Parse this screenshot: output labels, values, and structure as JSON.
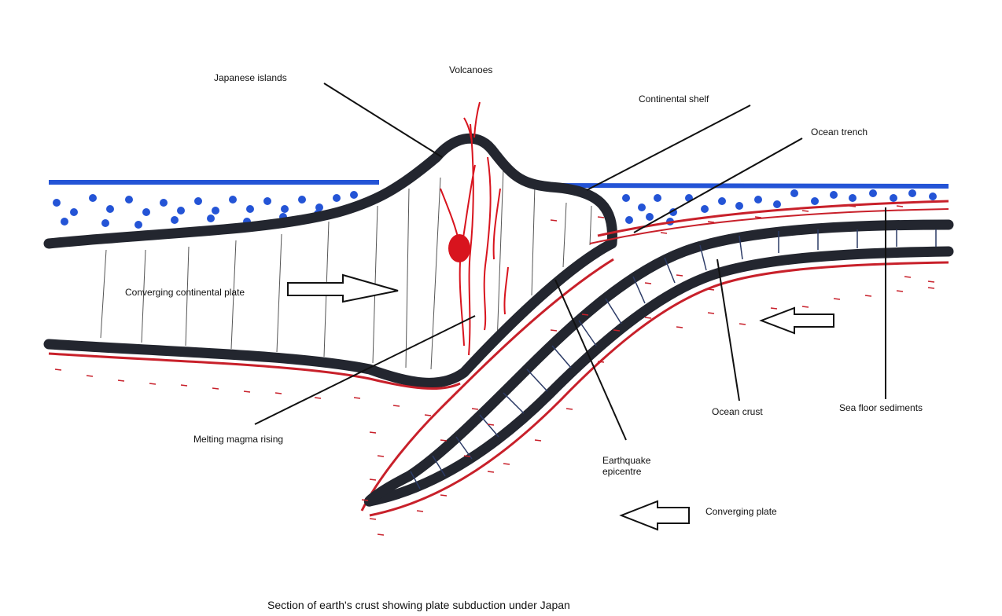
{
  "labels": {
    "volcanoes": "Volcanoes",
    "japanese_islands": "Japanese islands",
    "continental_shelf": "Continental shelf",
    "ocean_trench": "Ocean trench",
    "converging_continental_plate": "Converging continental plate",
    "melting_magma_rising": "Melting magma rising",
    "earthquake_epicentre_line1": "Earthquake",
    "earthquake_epicentre_line2": "epicentre",
    "ocean_crust": "Ocean crust",
    "sea_floor_sediments": "Sea floor sediments",
    "converging_plate": "Converging plate"
  },
  "caption": "Section of earth's crust showing plate subduction under Japan",
  "colors": {
    "sea": "#2454d6",
    "crust_outline": "#23262f",
    "magma": "#d8141e",
    "sediment_red": "#c8202a",
    "background": "#ffffff"
  }
}
